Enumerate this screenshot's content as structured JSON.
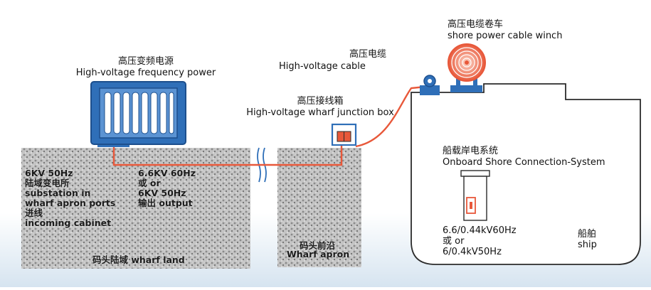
{
  "colors": {
    "cable": "#e8583a",
    "cabinet": "#2f6fb8",
    "cabinet_dark": "#1d4f8d",
    "ground": "#b9b9b9",
    "ship_outline": "#2b2b2b",
    "sky_fade": "#dbe8f3"
  },
  "labels": {
    "freq_power_cn": "高压变频电源",
    "freq_power_en": "High-voltage frequency power",
    "hv_cable_cn": "高压电缆",
    "hv_cable_en": "High-voltage cable",
    "junction_box_cn": "高压接线箱",
    "junction_box_en": "High-voltage wharf junction box",
    "winch_cn": "高压电缆卷车",
    "winch_en": "shore power cable winch",
    "onboard_cn": "船载岸电系统",
    "onboard_en": "Onboard Shore Connection-System",
    "ship_cn": "船舶",
    "ship_en": "ship"
  },
  "substation": {
    "in_voltage": "6KV 50Hz",
    "line1": "陆域变电所",
    "line2": "substation in",
    "line3": "wharf apron ports",
    "line4": "进线",
    "line5": "incoming cabinet"
  },
  "output_spec": {
    "line1": "6.6KV 60Hz",
    "line2": "或  or",
    "line3": "6KV 50Hz",
    "line4": "输出  output"
  },
  "ship_spec": {
    "line1": "6.6/0.44kV60Hz",
    "line2": "或  or",
    "line3": "6/0.4kV50Hz"
  },
  "ground": {
    "wharf_land": "码头陆域 wharf land",
    "apron_cn": "码头前沿",
    "apron_en": "Wharf apron"
  },
  "icons": {
    "break": "wave-break-icon",
    "winch": "cable-reel-icon"
  }
}
